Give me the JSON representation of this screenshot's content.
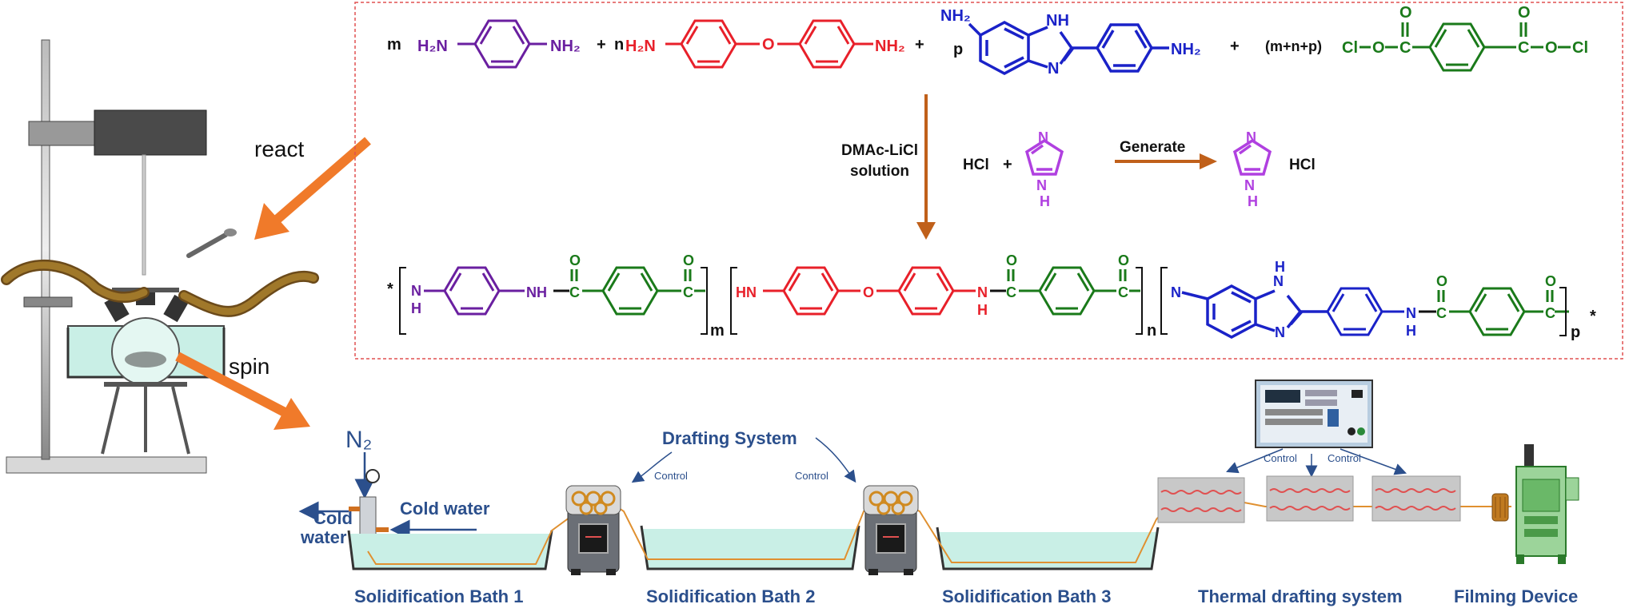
{
  "apparatus": {
    "react_label": "react",
    "spin_label": "spin"
  },
  "reaction": {
    "coef_m": "m",
    "coef_n": "n",
    "coef_p": "p",
    "coef_sum": "(m+n+p)",
    "plus": "+",
    "amine": "H₂N",
    "amine_r": "NH₂",
    "nh2": "NH₂",
    "nh": "NH",
    "hn": "HN",
    "n_atom": "N",
    "h_atom": "H",
    "o_atom": "O",
    "c_atom": "C",
    "cl_atom": "Cl",
    "solvent_line1": "DMAc-LiCl",
    "solvent_line2": "solution",
    "hcl": "HCl",
    "generate": "Generate",
    "subscript_m": "m",
    "subscript_n": "n",
    "subscript_p": "p",
    "end_star": "*",
    "colors": {
      "purple": "#6a1fa0",
      "red": "#e8202a",
      "blue": "#1a22c8",
      "green": "#1a7a1a",
      "imidazole": "#b040e0",
      "arrow": "#c0601a",
      "box_border": "#e05050"
    }
  },
  "process": {
    "n2": "N₂",
    "cold_water_in": "Cold water",
    "cold_water_out_line1": "Cold",
    "cold_water_out_line2": "water",
    "drafting_system": "Drafting System",
    "control": "Control",
    "baths": [
      "Solidification Bath 1",
      "Solidification Bath 2",
      "Solidification Bath 3"
    ],
    "thermal": "Thermal drafting system",
    "filming": "Filming Device",
    "colors": {
      "label": "#2b4f8c",
      "bath": "#c9efe6",
      "fiber": "#e09030",
      "orange_arrow": "#f07a2a"
    }
  }
}
